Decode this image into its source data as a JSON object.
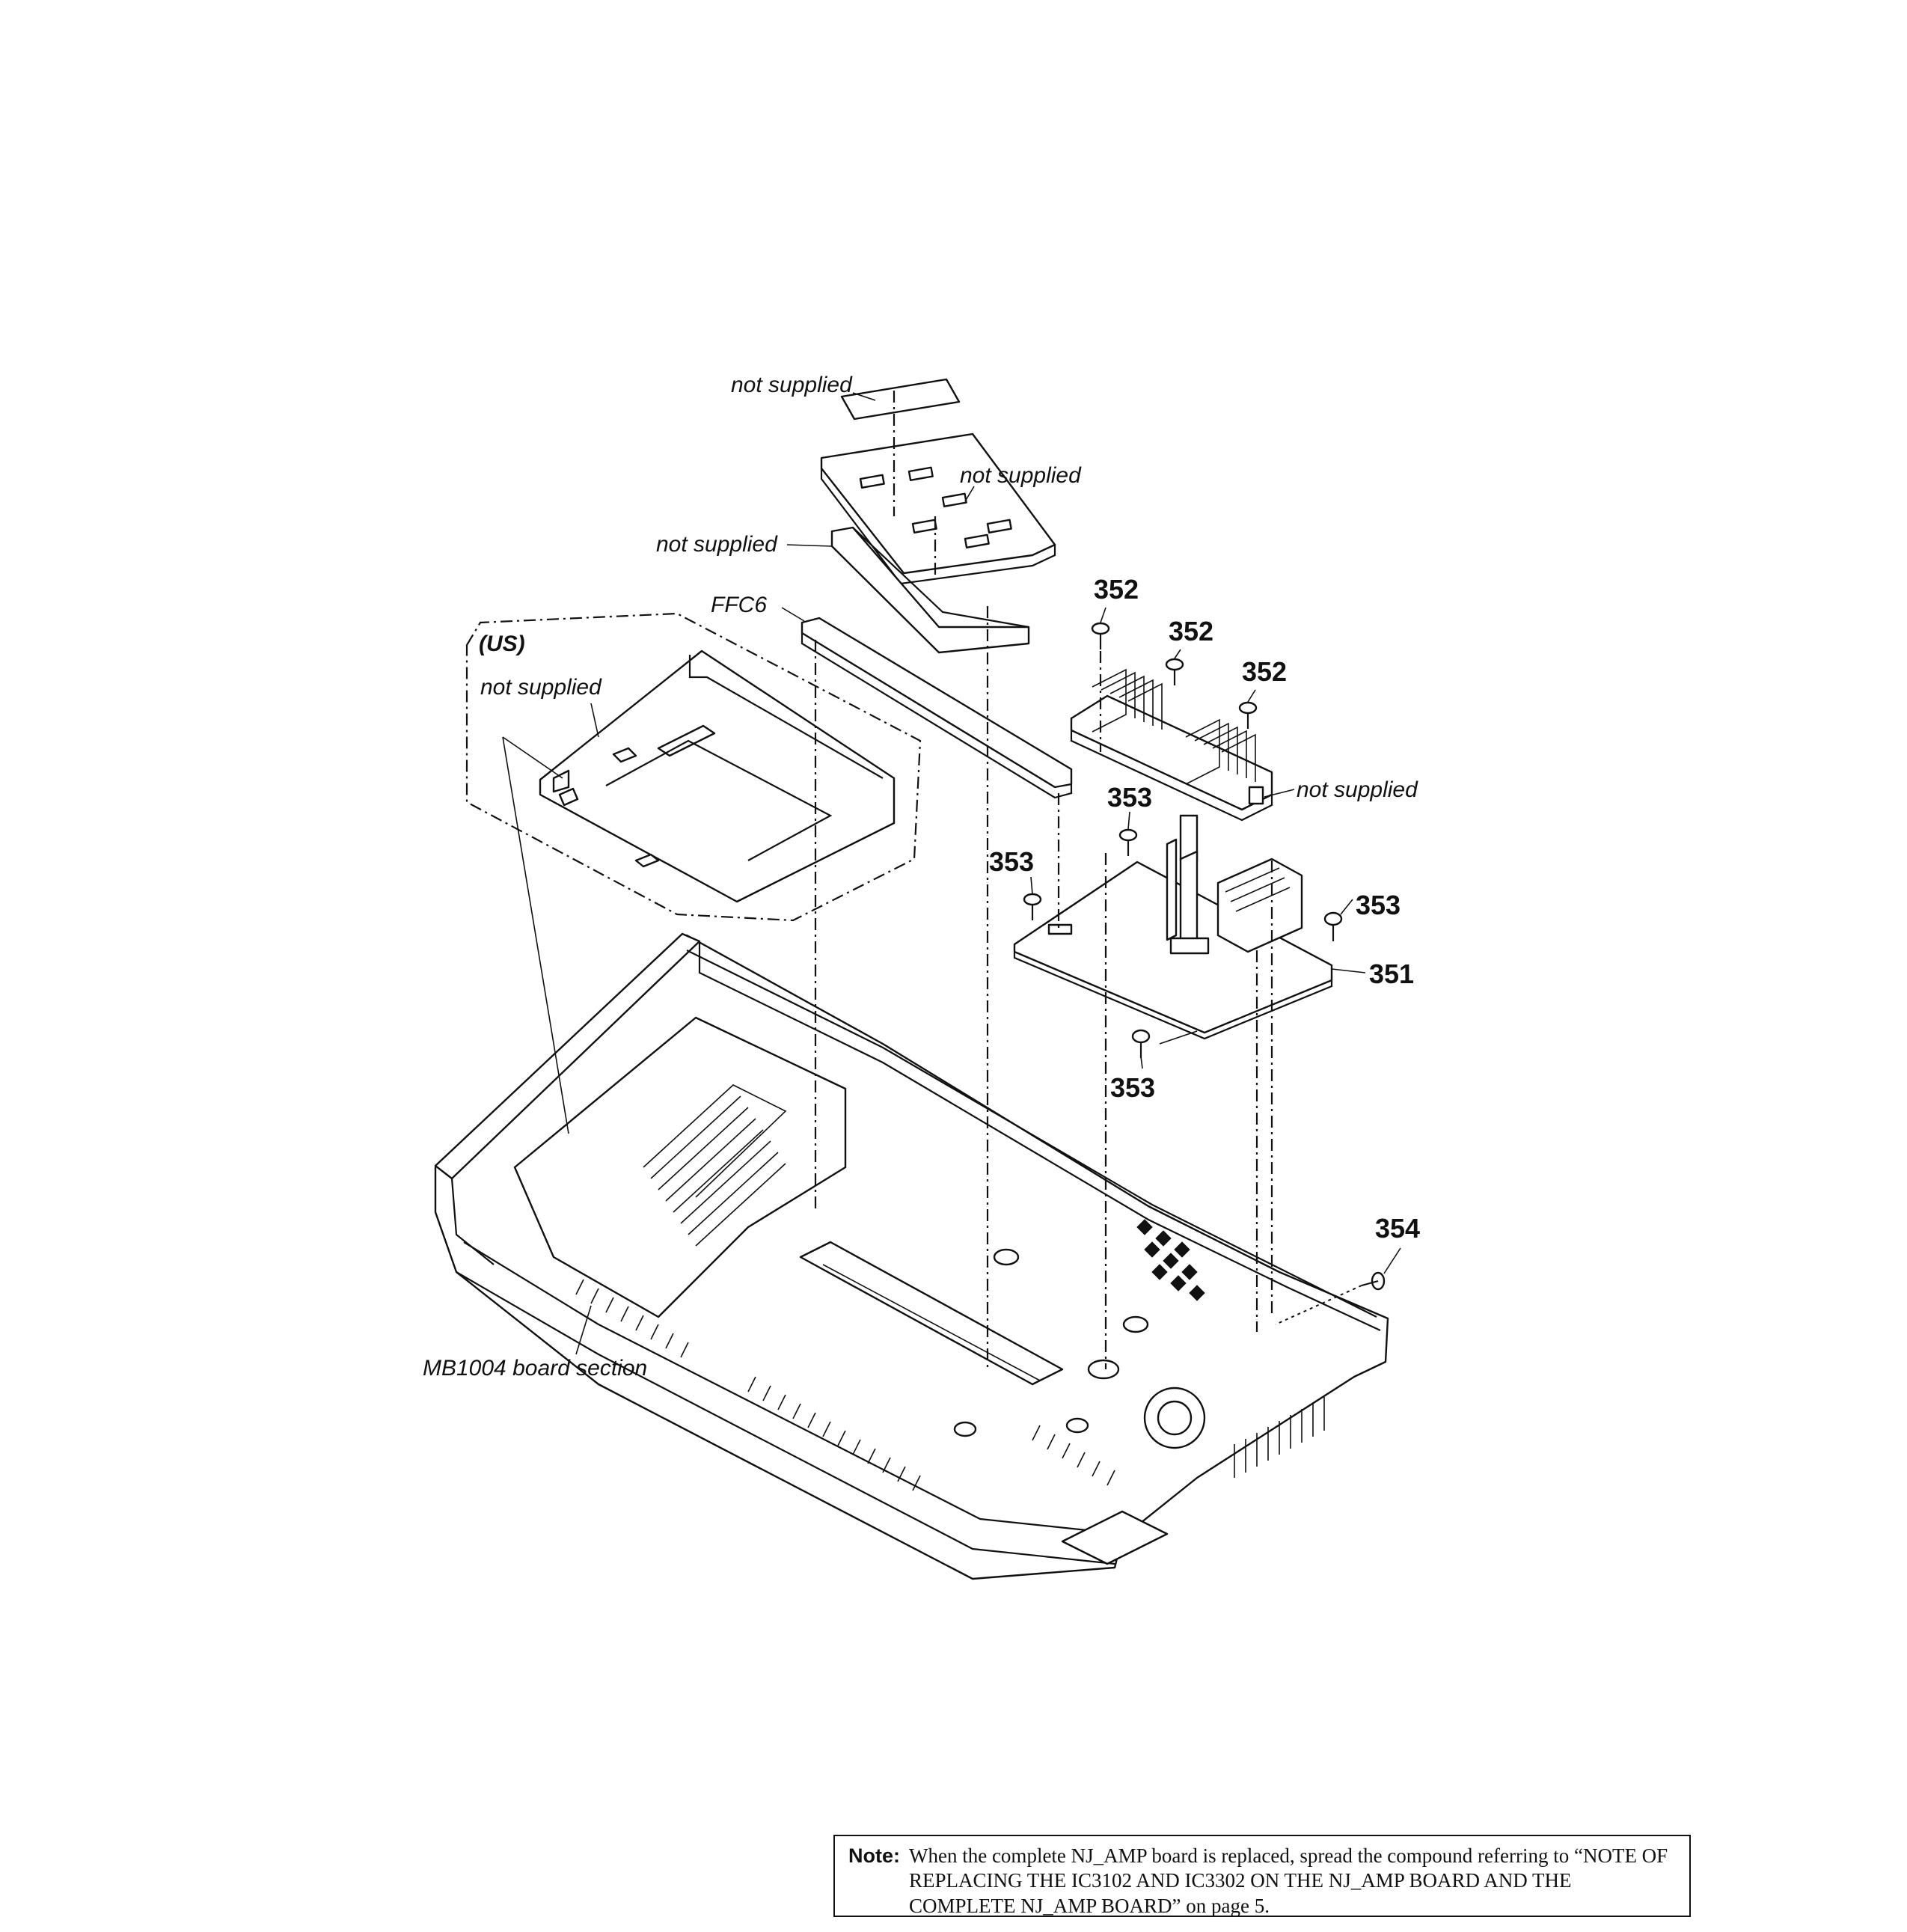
{
  "labels": {
    "not_supplied_1": "not supplied",
    "not_supplied_2": "not supplied",
    "not_supplied_3": "not supplied",
    "not_supplied_4": "not supplied",
    "not_supplied_5": "not supplied",
    "ffc6": "FFC6",
    "us": "(US)",
    "mb1004": "MB1004 board section",
    "p351": "351",
    "p352a": "352",
    "p352b": "352",
    "p352c": "352",
    "p353a": "353",
    "p353b": "353",
    "p353c": "353",
    "p353d": "353",
    "p354": "354"
  },
  "note": {
    "label": "Note:",
    "text": "When the complete NJ_AMP board is replaced, spread the compound referring to “NOTE OF REPLACING THE IC3102 AND IC3302 ON THE NJ_AMP BOARD AND THE COMPLETE NJ_AMP BOARD” on page 5."
  }
}
